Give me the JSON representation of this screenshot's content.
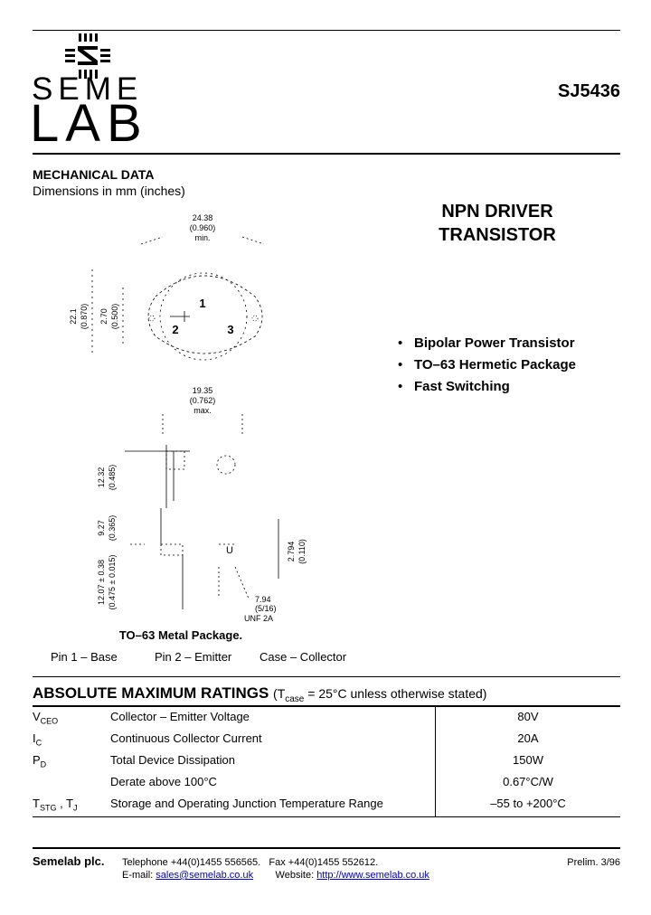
{
  "logo": {
    "line1": "SEME",
    "line2": "LAB"
  },
  "part_number": "SJ5436",
  "mechanical": {
    "title": "MECHANICAL DATA",
    "subtitle": "Dimensions in mm (inches)"
  },
  "product_title": {
    "line1": "NPN DRIVER",
    "line2": "TRANSISTOR"
  },
  "features": [
    "Bipolar Power Transistor",
    "TO–63 Hermetic Package",
    "Fast Switching"
  ],
  "drawing": {
    "top_view": {
      "width_mm": "24.38",
      "width_in": "(0.960)",
      "width_note": "min.",
      "height_mm": "22.1",
      "height_in": "(0.870)",
      "pin_spacing_mm": "2.70",
      "pin_spacing_in": "(0.500)",
      "pin1": "1",
      "pin2": "2",
      "pin3": "3"
    },
    "side_view": {
      "width_mm": "19.35",
      "width_in": "(0.762)",
      "width_note": "max.",
      "d1_mm": "12.32",
      "d1_in": "(0.485)",
      "d2_mm": "9.27",
      "d2_in": "(0.365)",
      "d3_mm": "12.07 ± 0.38",
      "d3_in": "(0.475 ± 0.015)",
      "d4_mm": "2.794",
      "d4_in": "(0.110)",
      "thread_mm": "7.94",
      "thread_in": "(5/16)",
      "thread_std": "UNF 2A",
      "flat_label": "U"
    }
  },
  "package_label": "TO–63 Metal Package.",
  "pins": [
    "Pin 1 – Base",
    "Pin 2 – Emitter",
    "Case – Collector"
  ],
  "ratings": {
    "title": "ABSOLUTE MAXIMUM RATINGS",
    "cond_prefix": "(T",
    "cond_sub": "case",
    "cond_suffix": " = 25°C unless otherwise stated)",
    "rows": [
      {
        "sym": "V",
        "sub": "CEO",
        "sym2": "",
        "sub2": "",
        "desc": "Collector – Emitter Voltage",
        "value": "80V"
      },
      {
        "sym": "I",
        "sub": "C",
        "sym2": "",
        "sub2": "",
        "desc": "Continuous Collector Current",
        "value": "20A"
      },
      {
        "sym": "P",
        "sub": "D",
        "sym2": "",
        "sub2": "",
        "desc": "Total Device Dissipation",
        "value": "150W"
      },
      {
        "sym": "",
        "sub": "",
        "sym2": "",
        "sub2": "",
        "desc": "Derate above 100°C",
        "value": "0.67°C/W"
      },
      {
        "sym": "T",
        "sub": "STG",
        "sym2": " , T",
        "sub2": "J",
        "desc": "Storage and Operating Junction Temperature Range",
        "value": "–55 to +200°C"
      }
    ]
  },
  "footer": {
    "company": "Semelab plc.",
    "telephone": "Telephone +44(0)1455 556565.",
    "fax": "Fax +44(0)1455 552612.",
    "email_label": "E-mail:",
    "email": "sales@semelab.co.uk",
    "website_label": "Website:",
    "website": "http://www.semelab.co.uk",
    "prelim": "Prelim. 3/96"
  }
}
